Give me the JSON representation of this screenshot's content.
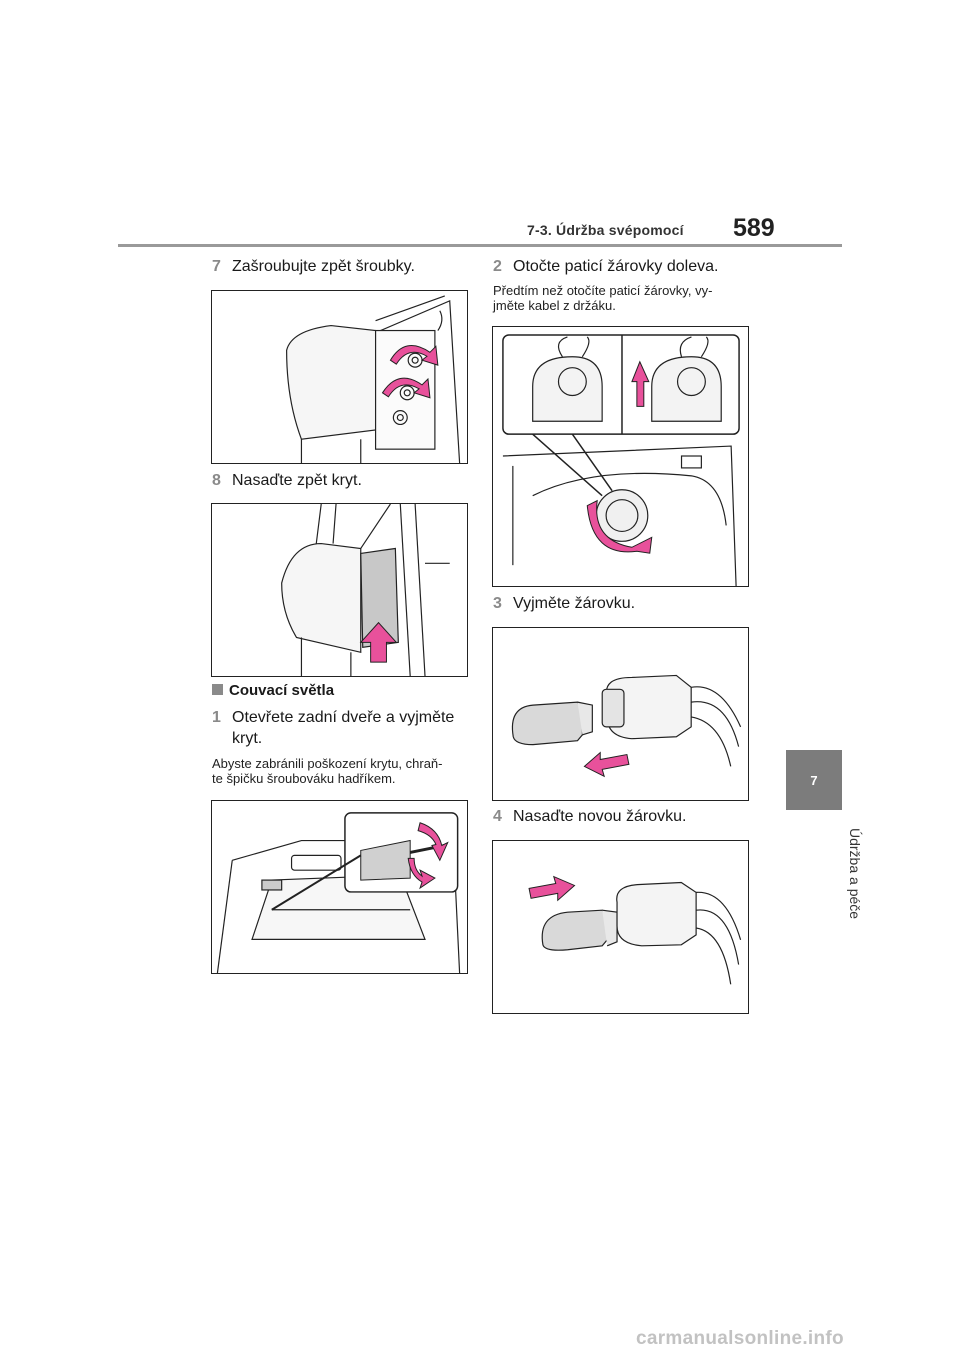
{
  "header": {
    "section": "7-3. Údržba svépomocí",
    "page_number": "589"
  },
  "side_tab": {
    "chapter": "7",
    "label": "Údržba a péče"
  },
  "left": {
    "step7": {
      "num": "7",
      "text": "Zašroubujte zpět šroubky."
    },
    "step8": {
      "num": "8",
      "text": "Nasaďte zpět kryt."
    },
    "heading": "Couvací světla",
    "step1": {
      "num": "1",
      "line1": "Otevřete zadní dveře a vyjměte",
      "line2": "kryt."
    },
    "note1": {
      "line1": "Abyste zabránili poškození krytu, chraň-",
      "line2": "te špičku šroubováku hadříkem."
    }
  },
  "right": {
    "step2": {
      "num": "2",
      "text": "Otočte paticí žárovky doleva."
    },
    "note2": {
      "line1": "Předtím než otočíte paticí žárovky, vy-",
      "line2": "jměte kabel z držáku."
    },
    "step3": {
      "num": "3",
      "text": "Vyjměte žárovku."
    },
    "step4": {
      "num": "4",
      "text": "Nasaďte novou žárovku."
    }
  },
  "colors": {
    "arrow_pink": "#e8519b",
    "tab_gray": "#7c7c7c",
    "step_number_gray": "#8a8a8a"
  },
  "watermark": "carmanualsonline.info"
}
